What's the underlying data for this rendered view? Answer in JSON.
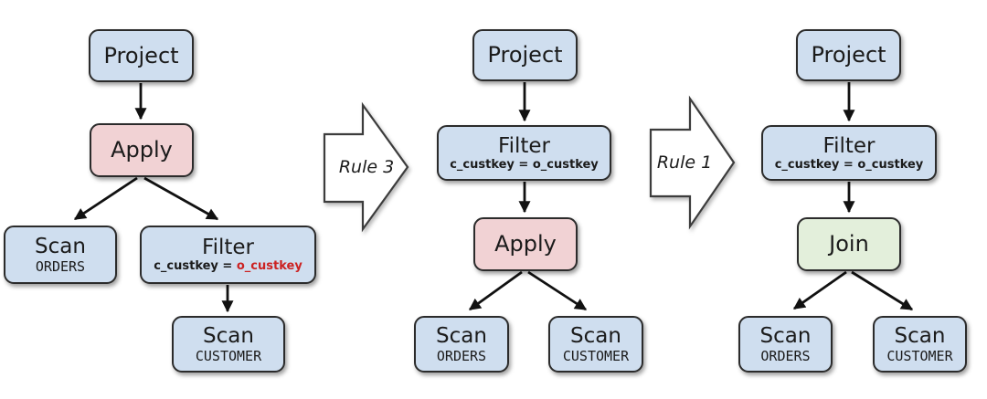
{
  "colors": {
    "node_blue": "#cfdeef",
    "node_pink": "#f1d2d4",
    "node_green": "#e3efdb",
    "node_border": "#2b2b2b",
    "edge_color": "#111111",
    "text_color": "#1b1b1b",
    "highlight_red": "#cc2222",
    "rule_fill": "#ffffff",
    "rule_stroke": "#3c3c3c",
    "background": "#ffffff"
  },
  "rule_arrows": {
    "rule3": {
      "label": "Rule 3"
    },
    "rule1": {
      "label": "Rule 1"
    }
  },
  "trees": {
    "left": {
      "project": {
        "label": "Project"
      },
      "apply": {
        "label": "Apply"
      },
      "scan_orders": {
        "label": "Scan",
        "table": "ORDERS"
      },
      "filter": {
        "label": "Filter",
        "predicate_prefix": "c_custkey = ",
        "predicate_highlight": "o_custkey"
      },
      "scan_customer": {
        "label": "Scan",
        "table": "CUSTOMER"
      }
    },
    "middle": {
      "project": {
        "label": "Project"
      },
      "filter": {
        "label": "Filter",
        "predicate": "c_custkey = o_custkey"
      },
      "apply": {
        "label": "Apply"
      },
      "scan_orders": {
        "label": "Scan",
        "table": "ORDERS"
      },
      "scan_customer": {
        "label": "Scan",
        "table": "CUSTOMER"
      }
    },
    "right": {
      "project": {
        "label": "Project"
      },
      "filter": {
        "label": "Filter",
        "predicate": "c_custkey = o_custkey"
      },
      "join": {
        "label": "Join"
      },
      "scan_orders": {
        "label": "Scan",
        "table": "ORDERS"
      },
      "scan_customer": {
        "label": "Scan",
        "table": "CUSTOMER"
      }
    }
  }
}
